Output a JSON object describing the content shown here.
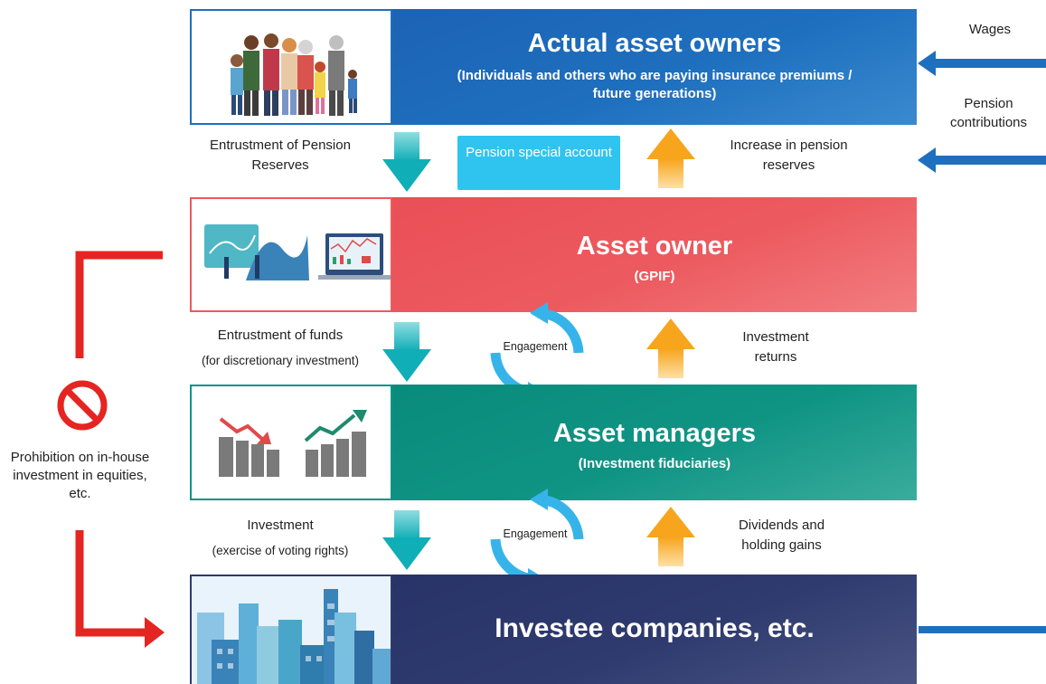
{
  "tiers": {
    "actual_owners": {
      "title": "Actual asset owners",
      "subtitle": "(Individuals and others who are paying insurance premiums / future generations)",
      "color": "#1e6fbe"
    },
    "asset_owner": {
      "title": "Asset owner",
      "subtitle": "(GPIF)",
      "color": "#ec5a5f"
    },
    "asset_managers": {
      "title": "Asset managers",
      "subtitle": "(Investment fiduciaries)",
      "color": "#0f9484"
    },
    "investee": {
      "title": "Investee companies, etc.",
      "color": "#2f3a6e"
    }
  },
  "flows": {
    "entrustment_reserves": "Entrustment of Pension Reserves",
    "pension_special_account": "Pension special account",
    "increase_reserves": "Increase in pension reserves",
    "entrustment_funds": "Entrustment of funds",
    "entrustment_funds_note": "(for discretionary investment)",
    "engagement_1": "Engagement",
    "investment_returns": "Investment returns",
    "investment": "Investment",
    "investment_note": "(exercise of voting rights)",
    "engagement_2": "Engagement",
    "dividends": "Dividends and holding gains"
  },
  "right_side": {
    "wages": "Wages",
    "pension_contributions": "Pension contributions"
  },
  "left_side": {
    "prohibition": "Prohibition on in-house investment in equities, etc."
  },
  "colors": {
    "down_arrow": "#17b5bd",
    "up_arrow": "#f7a51d",
    "right_arrow": "#1e6fbe",
    "prohibition_red": "#e52521",
    "engagement": "#36b4ea"
  }
}
